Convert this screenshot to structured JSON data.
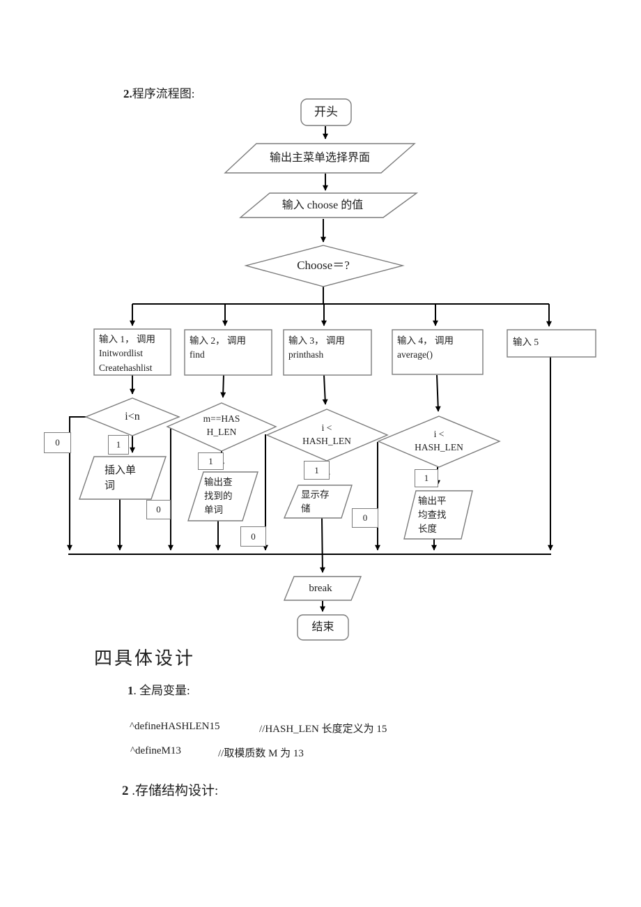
{
  "document": {
    "flowchart_heading": {
      "number": "2.",
      "text": "程序流程图:"
    },
    "section_heading": "四具体设计",
    "subsection1": {
      "number": "1",
      "text": ". 全局变量:"
    },
    "code_lines": [
      {
        "definition": "^defineHASHLEN15",
        "comment": "//HASH_LEN 长度定义为 15"
      },
      {
        "definition": "^defineM13",
        "comment": "//取模质数 M 为 13"
      }
    ],
    "subsection2": {
      "number": "2",
      "text": " .存储结构设计:"
    }
  },
  "flowchart": {
    "nodes": {
      "start": "开头",
      "output_menu": "输出主菜单选择界面",
      "input_choose": "输入 choose 的值",
      "choose": "Choose＝?",
      "branch1": "输入 1， 调用\nInitwordlist\nCreatehashlist",
      "branch2": "输入 2， 调用\nfind",
      "branch3": "输入 3， 调用\nprinthash",
      "branch4": "输入 4， 调用\naverage()",
      "branch5": "输入 5",
      "decision1": "i<n",
      "decision2": "m==HAS\nH_LEN",
      "decision3": "i <\nHASH_LEN",
      "decision4": "i <\nHASH_LEN",
      "insert_word": "插入单\n词",
      "output_found_word": "输出查\n找到的\n单词",
      "display_storage": "显示存\n储",
      "output_avg_length": "输出平\n均查找\n长度",
      "break_node": "break",
      "end": "结束"
    },
    "edge_labels": {
      "d1_true": "1",
      "d1_false": "0",
      "d2_true": "1",
      "d2_false": "0",
      "d3_true": "1",
      "d3_false": "0",
      "d4_true": "1",
      "d4_false": "0"
    }
  }
}
